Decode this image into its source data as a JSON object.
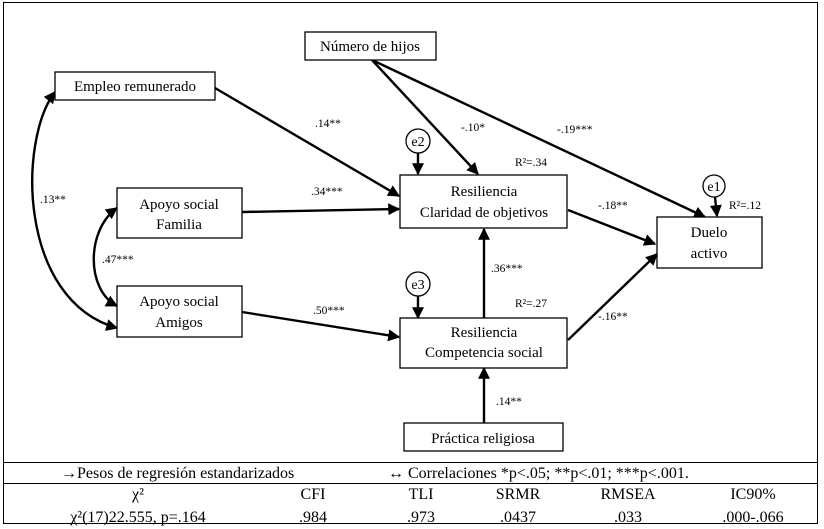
{
  "nodes": {
    "hijos": "Número de hijos",
    "empleo": "Empleo remunerado",
    "familia": [
      "Apoyo social",
      "Familia"
    ],
    "amigos": [
      "Apoyo social",
      "Amigos"
    ],
    "claridad": [
      "Resiliencia",
      "Claridad de objetivos"
    ],
    "competencia": [
      "Resiliencia",
      "Competencia social"
    ],
    "duelo": [
      "Duelo",
      "activo"
    ],
    "practica": "Práctica religiosa"
  },
  "errors": {
    "e1": "e1",
    "e2": "e2",
    "e3": "e3"
  },
  "r2": {
    "claridad": "R²=.34",
    "competencia": "R²=.27",
    "duelo": "R²=.12"
  },
  "coefficients": {
    "empleo_claridad": ".14**",
    "familia_claridad": ".34***",
    "amigos_competencia": ".50***",
    "competencia_claridad": ".36***",
    "practica_competencia": ".14**",
    "hijos_claridad": "-.10*",
    "hijos_duelo": "-.19***",
    "claridad_duelo": "-.18**",
    "competencia_duelo": "-.16**",
    "empleo_amigos_corr": ".13**",
    "familia_amigos_corr": ".47***"
  },
  "legend": {
    "left": "→Pesos de regresión estandarizados",
    "right": "↔ Correlaciones *p<.05; **p<.01; ***p<.001."
  },
  "fit": {
    "headers": [
      "χ²",
      "CFI",
      "TLI",
      "SRMR",
      "RMSEA",
      "IC90%"
    ],
    "values": [
      "χ²(17)22.555, p=.164",
      ".984",
      ".973",
      ".0437",
      ".033",
      ".000-.066"
    ]
  }
}
